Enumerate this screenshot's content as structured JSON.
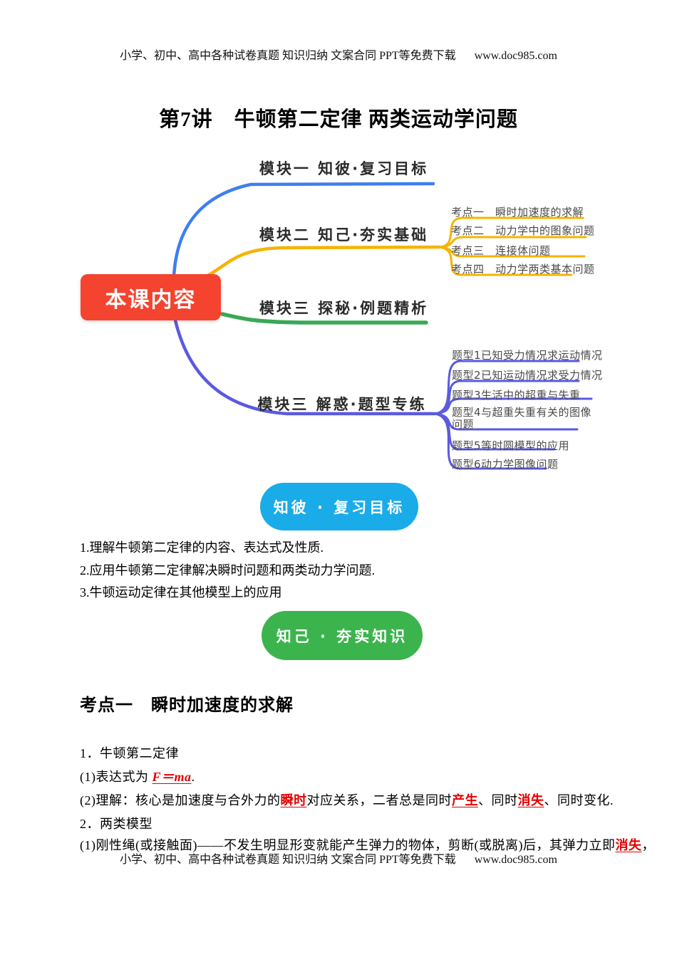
{
  "page": {
    "header_text": "小学、初中、高中各种试卷真题 知识归纳 文案合同 PPT等免费下载",
    "header_url": "www.doc985.com",
    "footer_text": "小学、初中、高中各种试卷真题 知识归纳 文案合同 PPT等免费下载",
    "footer_url": "www.doc985.com",
    "title": "第7讲　牛顿第二定律 两类运动学问题"
  },
  "mindmap": {
    "root_label": "本课内容",
    "colors": {
      "root_bg": "#f4432f",
      "branch1": "#3f7ef0",
      "branch2": "#f5b400",
      "branch3": "#3aa855",
      "branch4": "#5a5ae0"
    },
    "branch1": {
      "label": "模块一 知彼·复习目标"
    },
    "branch2": {
      "label": "模块二 知己·夯实基础",
      "children": [
        "考点一　瞬时加速度的求解",
        "考点二　动力学中的图象问题",
        "考点三　连接体问题",
        "考点四　动力学两类基本问题"
      ]
    },
    "branch3": {
      "label": "模块三 探秘·例题精析"
    },
    "branch4": {
      "label": "模块三 解惑·题型专练",
      "children": [
        "题型1已知受力情况求运动情况",
        "题型2已知运动情况求受力情况",
        "题型3生活中的超重与失重",
        "题型4与超重失重有关的图像问题",
        "题型5等时圆模型的应用",
        "题型6动力学图像问题"
      ]
    }
  },
  "section_review": {
    "badge": "知彼 · 复习目标",
    "goals": [
      "1.理解牛顿第二定律的内容、表达式及性质.",
      "2.应用牛顿第二定律解决瞬时问题和两类动力学问题.",
      "3.牛顿运动定律在其他模型上的应用"
    ]
  },
  "section_basics": {
    "badge": "知己 · 夯实知识",
    "heading": "考点一　瞬时加速度的求解",
    "line1": "1．牛顿第二定律",
    "line2_pre": "(1)表达式为 ",
    "line2_red": "F＝ma",
    "line2_post": ".",
    "line3_pre": "(2)理解：核心是加速度与合外力的",
    "line3_red1": "瞬时",
    "line3_mid1": "对应关系，二者总是同时",
    "line3_red2": "产生",
    "line3_mid2": "、同时",
    "line3_red3": "消失",
    "line3_post": "、同时变化.",
    "line4": "2．两类模型",
    "line5_pre": "(1)刚性绳(或接触面)——不发生明显形变就能产生弹力的物体，剪断(或脱离)后，其弹力立即",
    "line5_red": "消失",
    "line5_post": "，"
  }
}
